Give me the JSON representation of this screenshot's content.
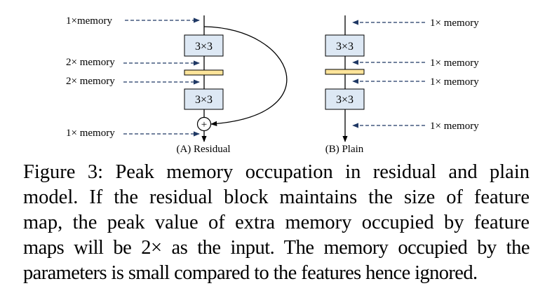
{
  "colors": {
    "conv_block_fill": "#dde8f4",
    "conv_block_stroke": "#000000",
    "norm_bar_fill": "#fde49a",
    "arrow_dashed": "#1f3864",
    "line": "#000000"
  },
  "residual": {
    "panel_label": "(A) Residual",
    "blocks": [
      {
        "type": "conv",
        "label": "3×3"
      },
      {
        "type": "norm",
        "label": ""
      },
      {
        "type": "conv",
        "label": "3×3"
      },
      {
        "type": "add",
        "label": "+"
      }
    ],
    "memory_labels": [
      "1×memory",
      "2× memory",
      "2× memory",
      "1× memory"
    ],
    "skip_connection": true
  },
  "plain": {
    "panel_label": "(B) Plain",
    "blocks": [
      {
        "type": "conv",
        "label": "3×3"
      },
      {
        "type": "norm",
        "label": ""
      },
      {
        "type": "conv",
        "label": "3×3"
      }
    ],
    "memory_labels": [
      "1× memory",
      "1× memory",
      "1× memory",
      "1× memory"
    ]
  },
  "caption": {
    "lines": [
      "Figure 3: Peak memory occupation in residual and plain",
      "model. If the residual block maintains the size of feature",
      "map, the peak value of extra memory occupied by feature",
      "maps will be 2× as the input. The memory occupied by the",
      "parameters is small compared to the features hence ignored."
    ]
  }
}
